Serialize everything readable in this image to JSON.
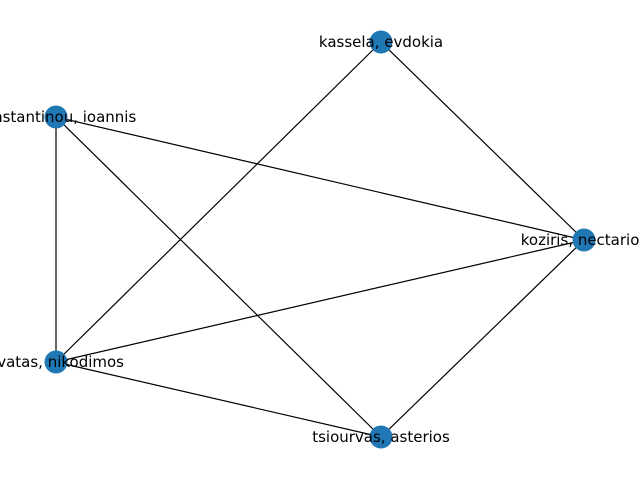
{
  "graph": {
    "node_color": "#1f77b4",
    "edge_color": "#000000",
    "nodes": [
      {
        "id": "kassela",
        "label": "kassela, evdokia"
      },
      {
        "id": "konstantinou",
        "label": "konstantinou, ioannis"
      },
      {
        "id": "koziris",
        "label": "koziris, nectarios"
      },
      {
        "id": "nikodimos",
        "label": "avatas, nikodimos"
      },
      {
        "id": "tsiourvas",
        "label": "tsiourvas, asterios"
      }
    ],
    "edges": [
      [
        "kassela",
        "koziris"
      ],
      [
        "kassela",
        "nikodimos"
      ],
      [
        "konstantinou",
        "koziris"
      ],
      [
        "konstantinou",
        "nikodimos"
      ],
      [
        "konstantinou",
        "tsiourvas"
      ],
      [
        "koziris",
        "nikodimos"
      ],
      [
        "koziris",
        "tsiourvas"
      ],
      [
        "nikodimos",
        "tsiourvas"
      ]
    ]
  }
}
